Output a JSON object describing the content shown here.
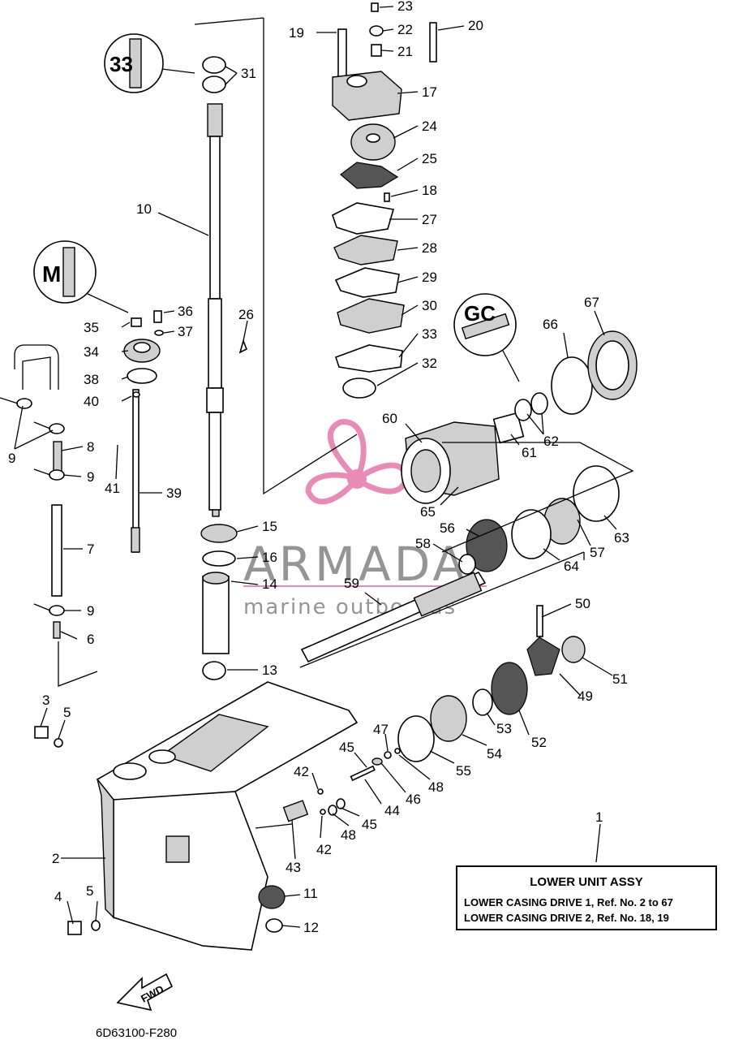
{
  "diagram": {
    "part_numbers": [
      "1",
      "2",
      "3",
      "4",
      "5",
      "5",
      "6",
      "7",
      "8",
      "9",
      "9",
      "9",
      "10",
      "11",
      "12",
      "13",
      "14",
      "15",
      "16",
      "17",
      "18",
      "19",
      "20",
      "21",
      "22",
      "23",
      "24",
      "25",
      "26",
      "27",
      "28",
      "29",
      "30",
      "31",
      "32",
      "33",
      "34",
      "35",
      "36",
      "37",
      "38",
      "39",
      "40",
      "41",
      "42",
      "42",
      "43",
      "44",
      "45",
      "45",
      "46",
      "47",
      "48",
      "48",
      "49",
      "50",
      "51",
      "52",
      "53",
      "54",
      "55",
      "56",
      "57",
      "58",
      "59",
      "60",
      "61",
      "62",
      "63",
      "64",
      "65",
      "66",
      "67"
    ],
    "grease_symbols": [
      "33",
      "M",
      "GC"
    ],
    "direction_arrow": "FWD",
    "drawing_code": "6D63100-F280"
  },
  "info_box": {
    "title": "LOWER UNIT ASSY",
    "line1": "LOWER CASING DRIVE 1, Ref. No. 2 to 67",
    "line2": "LOWER CASING DRIVE 2, Ref. No. 18, 19"
  },
  "watermark": {
    "brand": "ARMADA",
    "tagline": "marine outboards",
    "colors": {
      "logo": "#e67fb0",
      "text": "#888888"
    }
  }
}
